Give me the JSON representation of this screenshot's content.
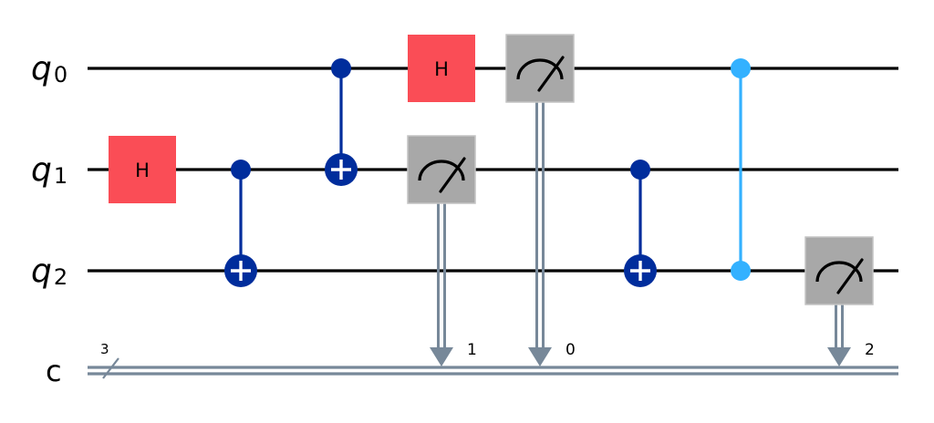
{
  "diagram_type": "quantum-circuit",
  "colors": {
    "quantum_wire": "#000000",
    "classical_wire": "#778899",
    "hadamard_fill": "#FA4D56",
    "measure_fill": "#A8A8A8",
    "measure_border": "#C4C4C4",
    "cnot_color": "#002D9C",
    "cz_color": "#33B1FF",
    "plus_color": "#FFFFFF"
  },
  "registers": {
    "qubits": [
      {
        "name": "q",
        "index": "0"
      },
      {
        "name": "q",
        "index": "1"
      },
      {
        "name": "q",
        "index": "2"
      }
    ],
    "classical": {
      "name": "c",
      "size": "3"
    }
  },
  "operations": [
    {
      "step": 0,
      "type": "h",
      "label": "H",
      "target": 1
    },
    {
      "step": 1,
      "type": "cx",
      "control": 1,
      "target": 2
    },
    {
      "step": 2,
      "type": "cx",
      "control": 0,
      "target": 1
    },
    {
      "step": 3,
      "type": "h",
      "label": "H",
      "target": 0
    },
    {
      "step": 3,
      "type": "measure",
      "qubit": 1,
      "clbit": 1,
      "clbit_label": "1"
    },
    {
      "step": 4,
      "type": "measure",
      "qubit": 0,
      "clbit": 0,
      "clbit_label": "0"
    },
    {
      "step": 5,
      "type": "cx",
      "control": 1,
      "target": 2
    },
    {
      "step": 6,
      "type": "cz",
      "qubits": [
        0,
        2
      ]
    },
    {
      "step": 7,
      "type": "measure",
      "qubit": 2,
      "clbit": 2,
      "clbit_label": "2"
    }
  ]
}
